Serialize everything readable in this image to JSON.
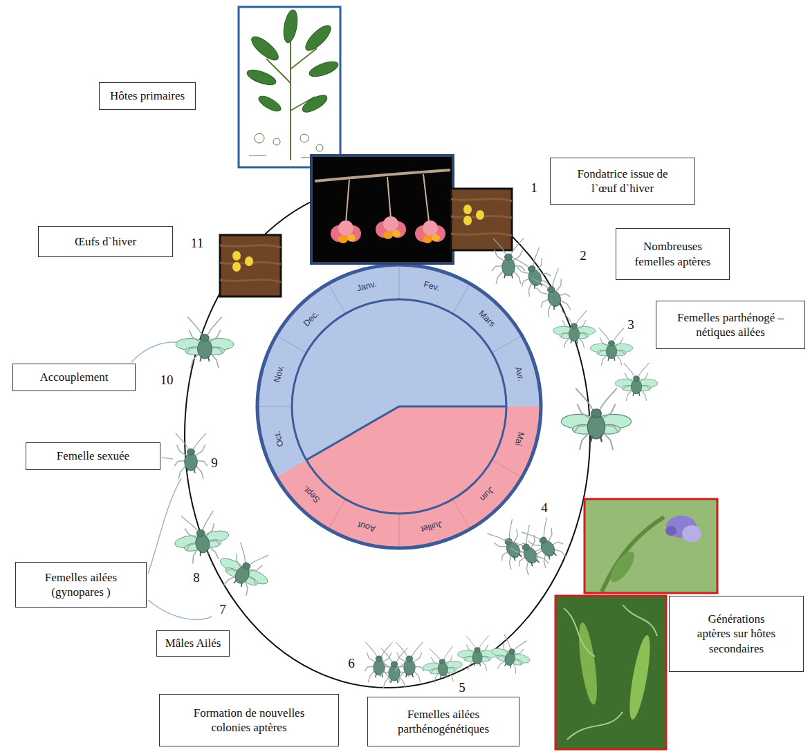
{
  "diagram": {
    "nodes": [
      {
        "text": [
          "Hôtes primaires"
        ]
      },
      {
        "text": [
          "Fondatrice issue de l`œuf d`hiver"
        ]
      },
      {
        "text": [
          "Nombreuses femelles aptères"
        ]
      },
      {
        "text": [
          "Femelles parthénogé –nétiques ailées"
        ]
      },
      {
        "text": [
          "Générations aptères sur hôtes secondaires"
        ]
      },
      {
        "text": [
          "Femelles ailées parthénogénétiques"
        ]
      },
      {
        "text": [
          "Formation de nouvelles colonies aptères"
        ]
      },
      {
        "text": [
          "Mâles Ailés"
        ]
      },
      {
        "text": [
          "Femelles ailées (gynopares )"
        ]
      },
      {
        "text": [
          "Femelle sexuée"
        ]
      },
      {
        "text": [
          "Accouplement"
        ]
      },
      {
        "text": [
          "Œufs d`hiver"
        ]
      }
    ],
    "labels": [
      "1",
      "2",
      "3",
      "4",
      "5",
      "6",
      "7",
      "8",
      "9",
      "10",
      "11",
      "Janv.",
      "Fev.",
      "Mars",
      "Avr.",
      "Mai",
      "Juin",
      "Juillet",
      "Aout",
      "Sept.",
      "Oct.",
      "Nov.",
      "Dec."
    ]
  }
}
